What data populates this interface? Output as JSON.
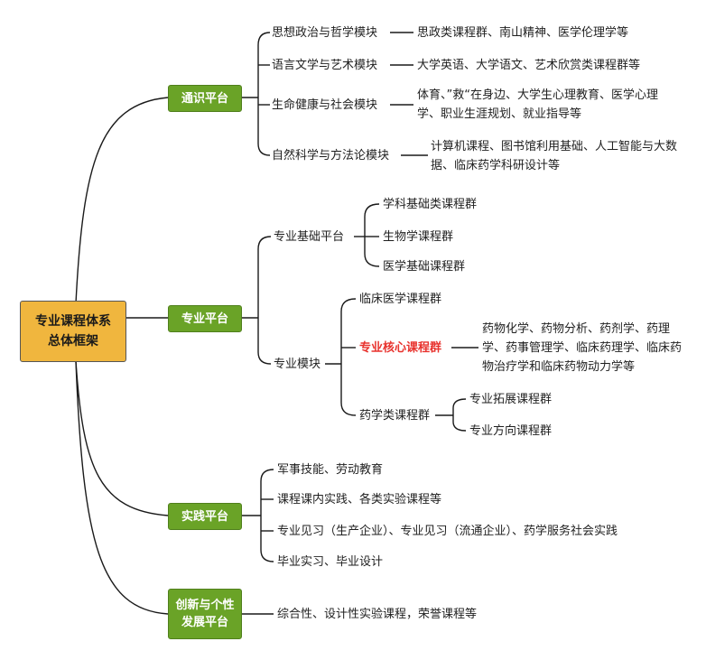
{
  "root": {
    "line1": "专业课程体系",
    "line2": "总体框架"
  },
  "general": {
    "label": "通识平台",
    "modules": [
      {
        "name": "思想政治与哲学模块",
        "desc": "思政类课程群、南山精神、医学伦理学等"
      },
      {
        "name": "语言文学与艺术模块",
        "desc": "大学英语、大学语文、艺术欣赏类课程群等"
      },
      {
        "name": "生命健康与社会模块",
        "desc": "体育、”救“在身边、大学生心理教育、医学心理学、职业生涯规划、就业指导等"
      },
      {
        "name": "自然科学与方法论模块",
        "desc": "计算机课程、图书馆利用基础、人工智能与大数据、临床药学科研设计等"
      }
    ]
  },
  "major": {
    "label": "专业平台",
    "foundation": {
      "label": "专业基础平台",
      "items": [
        "学科基础类课程群",
        "生物学课程群",
        "医学基础课程群"
      ]
    },
    "modules": {
      "label": "专业模块",
      "clinical": "临床医学课程群",
      "core": {
        "label": "专业核心课程群",
        "desc": "药物化学、药物分析、药剂学、药理学、药事管理学、临床药理学、临床药物治疗学和临床药物动力学等"
      },
      "pharmacy": {
        "label": "药学类课程群",
        "items": [
          "专业拓展课程群",
          "专业方向课程群"
        ]
      }
    }
  },
  "practice": {
    "label": "实践平台",
    "items": [
      "军事技能、劳动教育",
      "课程课内实践、各类实验课程等",
      "专业见习（生产企业）、专业见习（流通企业）、药学服务社会实践",
      "毕业实习、毕业设计"
    ]
  },
  "innovation": {
    "line1": "创新与个性",
    "line2": "发展平台",
    "desc": "综合性、设计性实验课程，荣誉课程等"
  },
  "colors": {
    "platform": "#6aa327",
    "root": "#f0b63e",
    "highlight": "#e8322d"
  }
}
